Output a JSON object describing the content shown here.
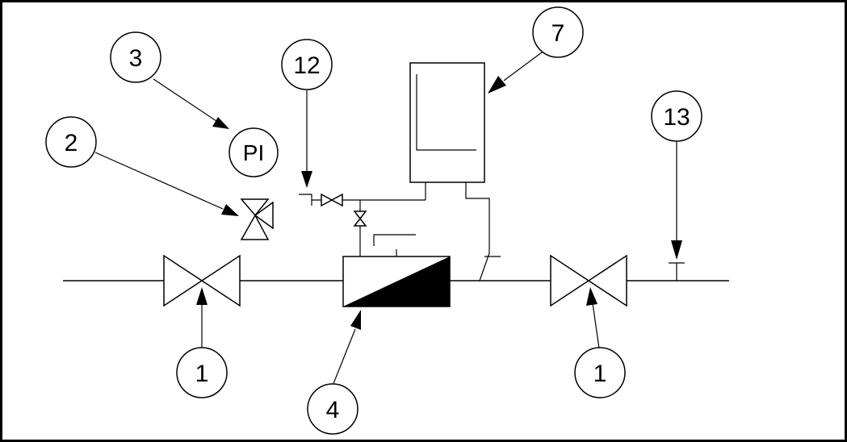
{
  "callouts": {
    "valve_left": "1",
    "valve_right": "1",
    "vent_valve": "2",
    "pressure_gauge": "3",
    "flow_meter": "4",
    "transmitter": "7",
    "instrument_tap": "12",
    "test_point": "13"
  },
  "gauge_symbol": "PI",
  "colors": {
    "line": "#000000",
    "background": "#ffffff",
    "fill_dark": "#000000"
  }
}
